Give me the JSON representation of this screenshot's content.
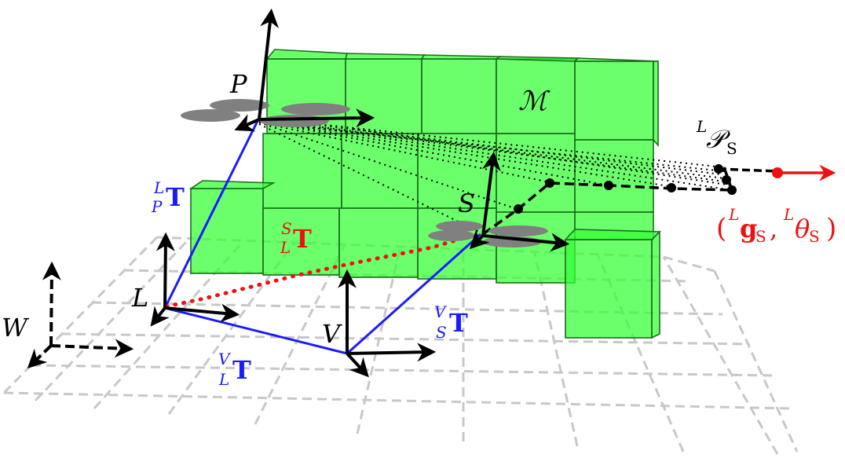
{
  "diagram": {
    "colors": {
      "block_fill": "#33ff33",
      "block_stroke": "#1a6e1a",
      "grid": "#c8c8c8",
      "transform_line": "#1a1aff",
      "sensor_transform": "#ee1111",
      "axis": "#000000",
      "prop": "#808080"
    },
    "frames": {
      "world": "W",
      "lidar": "L",
      "vehicle": "V",
      "perception": "P",
      "sensor": "S"
    },
    "map_label": "ℳ",
    "pointset_label": {
      "sup": "L",
      "main": "𝒫",
      "sub": "S"
    },
    "goal_label": {
      "open": "(",
      "g_sup": "L",
      "g": "g",
      "g_sub": "S",
      "sep": ",",
      "th_sup": "L",
      "th": "θ",
      "th_sub": "S",
      "close": ")"
    },
    "transforms": {
      "P_L": {
        "sup": "L",
        "sub": "P",
        "main": "T"
      },
      "L_S": {
        "sup": "S",
        "sub": "L",
        "main": "T"
      },
      "L_V": {
        "sup": "V",
        "sub": "L",
        "main": "T"
      },
      "S_V": {
        "sup": "V",
        "sub": "S",
        "main": "T"
      }
    }
  }
}
